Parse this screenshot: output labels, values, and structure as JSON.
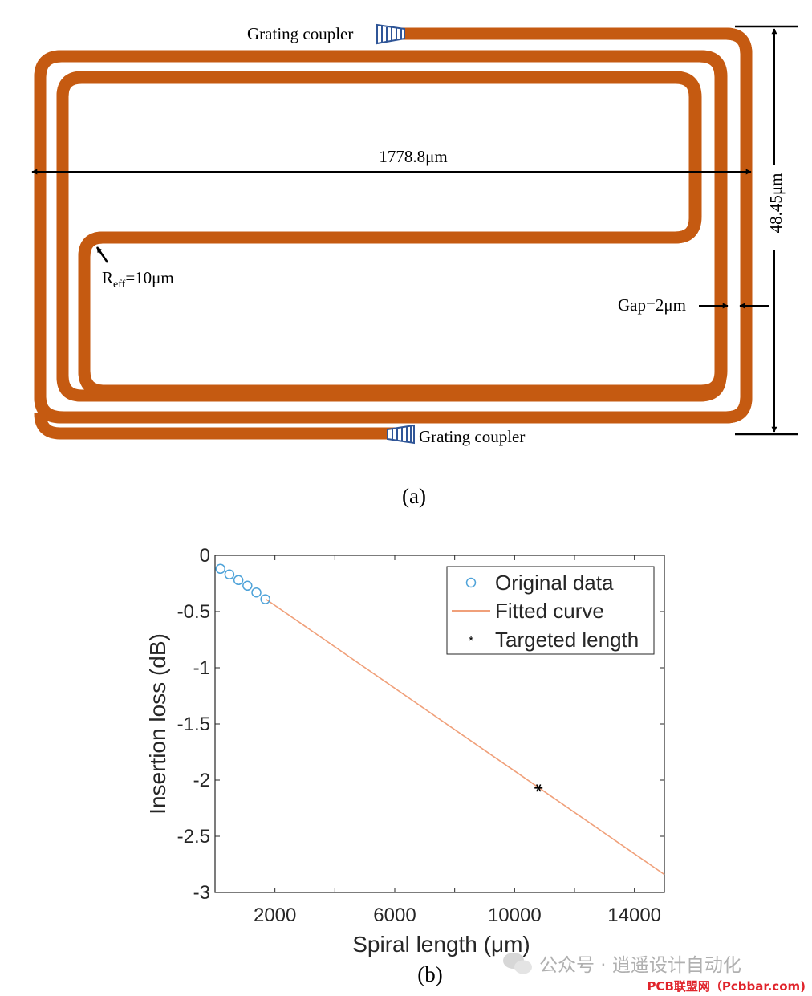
{
  "diagram": {
    "coupler_top_label": "Grating coupler",
    "coupler_bottom_label": "Grating coupler",
    "width_label": "1778.8μm",
    "height_label": "48.45μm",
    "radius_label_main": "R",
    "radius_label_sub": "eff",
    "radius_label_rest": "=10μm",
    "gap_label": "Gap=2μm",
    "panel_label": "(a)",
    "waveguide_color": "#c55a11",
    "coupler_color": "#2f5597"
  },
  "chart_panel_label": "(b)",
  "chart_data": {
    "type": "line",
    "xlabel": "Spiral length (μm)",
    "ylabel": "Insertion loss (dB)",
    "xlim": [
      0,
      15000
    ],
    "ylim": [
      -3,
      0
    ],
    "xticks": [
      2000,
      6000,
      10000,
      14000
    ],
    "yticks": [
      0,
      -0.5,
      -1,
      -1.5,
      -2,
      -2.5,
      -3
    ],
    "ytick_labels": [
      "0",
      "-0.5",
      "-1",
      "-1.5",
      "-2",
      "-2.5",
      "-3"
    ],
    "grid": false,
    "legend_position": "top-right",
    "series": [
      {
        "name": "Original data",
        "kind": "scatter-circle",
        "color": "#4fa3d9",
        "x": [
          180,
          480,
          780,
          1080,
          1380,
          1680
        ],
        "y": [
          -0.12,
          -0.17,
          -0.22,
          -0.27,
          -0.33,
          -0.39
        ]
      },
      {
        "name": "Fitted curve",
        "kind": "line",
        "color": "#f0a07a",
        "x": [
          1700,
          15000
        ],
        "y": [
          -0.39,
          -2.84
        ]
      },
      {
        "name": "Targeted length",
        "kind": "scatter-star",
        "color": "#000000",
        "x": [
          10800
        ],
        "y": [
          -2.07
        ]
      }
    ]
  },
  "watermark": {
    "wechat_text": "公众号 · 逍遥设计自动化",
    "site_text": "PCB联盟网（Pcbbar.com)"
  }
}
